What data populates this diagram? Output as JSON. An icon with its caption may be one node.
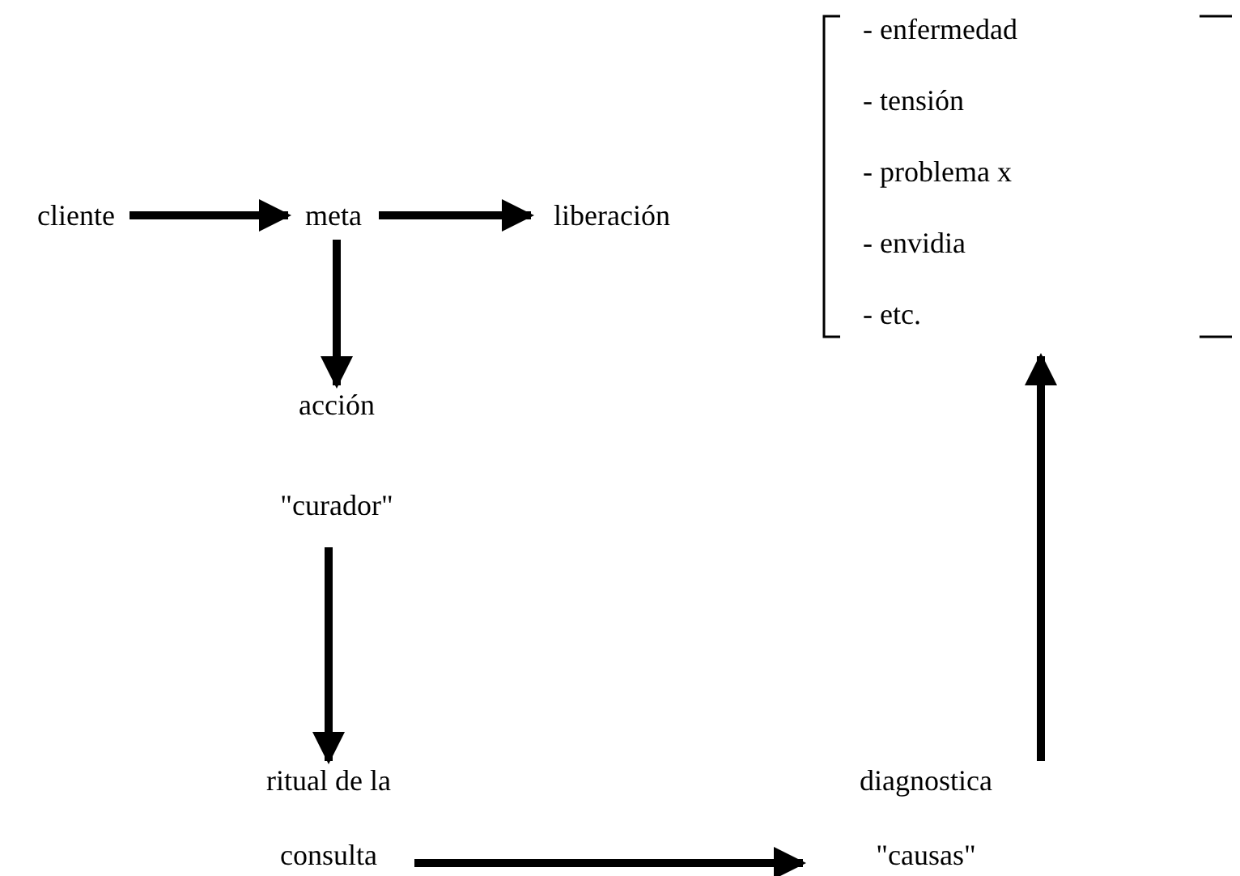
{
  "diagram": {
    "nodes": [
      {
        "text": [
          "cliente"
        ]
      },
      {
        "text": [
          "meta"
        ]
      },
      {
        "text": [
          "liberación"
        ]
      },
      {
        "text": [
          "acción",
          "\"curador\""
        ]
      },
      {
        "text": [
          "ritual de la",
          "consulta"
        ]
      },
      {
        "text": [
          "diagnostica",
          "\"causas\""
        ]
      },
      {
        "text": [
          "- enfermedad",
          "- tensión",
          "- problema x",
          "- envidia",
          "- etc."
        ]
      }
    ],
    "edges": [
      {
        "from": 0,
        "to": 1,
        "arrow": "to"
      },
      {
        "from": 1,
        "to": 2,
        "arrow": "to"
      },
      {
        "from": 1,
        "to": 3,
        "arrow": "to"
      },
      {
        "from": 3,
        "to": 4,
        "arrow": "to"
      },
      {
        "from": 4,
        "to": 5,
        "arrow": "to"
      },
      {
        "from": 5,
        "to": 6,
        "arrow": "to"
      }
    ]
  }
}
